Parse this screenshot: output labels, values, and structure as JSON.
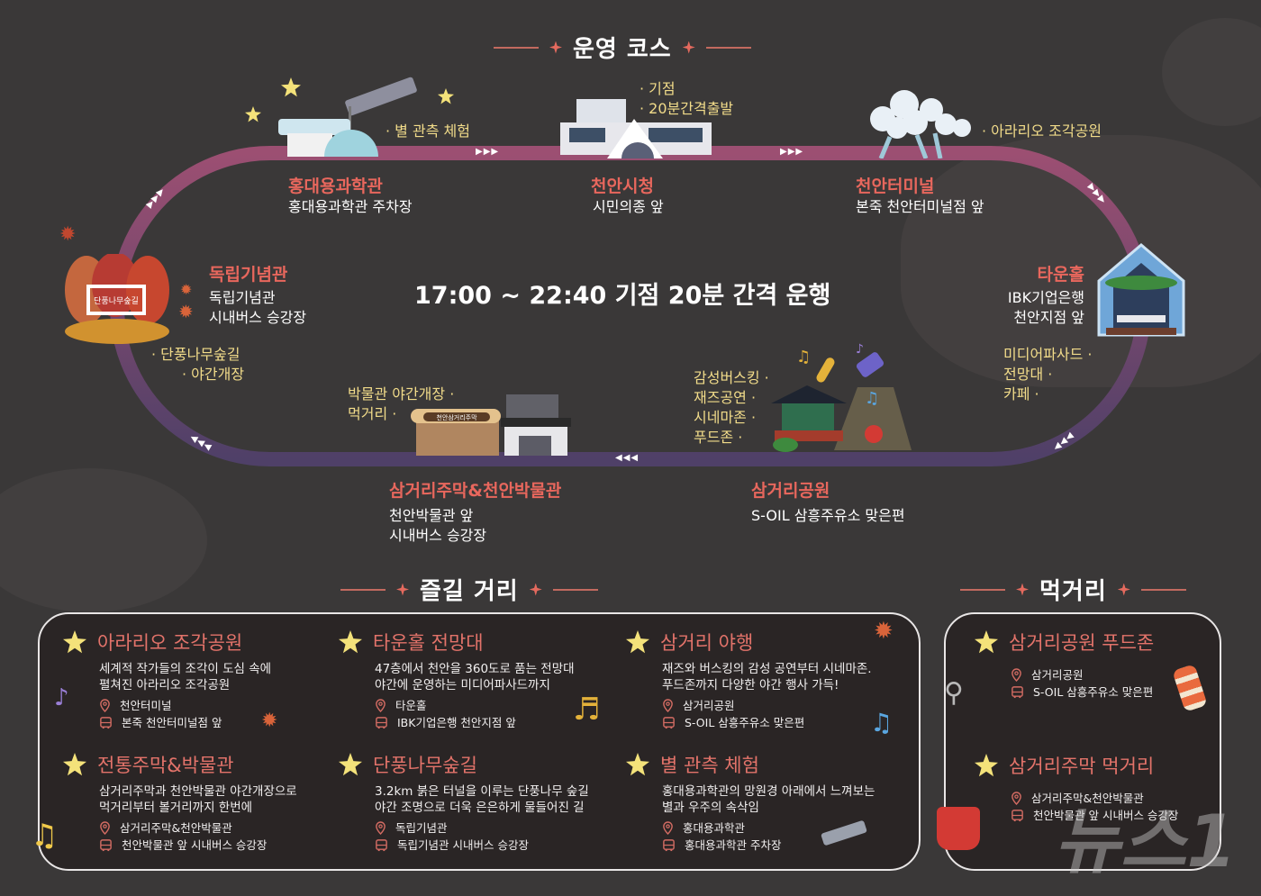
{
  "course": {
    "title": "운영 코스",
    "schedule": "17:00 ~ 22:40 기점 20분 간격 운행",
    "stops": [
      {
        "name": "홍대용과학관",
        "sub": "홍대용과학관 주차장",
        "feature": "· 별 관측 체험"
      },
      {
        "name": "천안시청",
        "sub": "시민의종 앞",
        "feature_lines": [
          "· 기점",
          "· 20분간격출발"
        ]
      },
      {
        "name": "천안터미널",
        "sub": "본죽 천안터미널점 앞",
        "feature": "· 아라리오 조각공원"
      },
      {
        "name": "타운홀",
        "sub_lines": [
          "IBK기업은행",
          "천안지점 앞"
        ],
        "feature_lines": [
          "미디어파사드 ·",
          "전망대 ·",
          "카페 ·"
        ]
      },
      {
        "name": "삼거리공원",
        "sub": "S-OIL 삼흥주유소 맞은편",
        "feature_lines": [
          "감성버스킹 ·",
          "재즈공연 ·",
          "시네마존 ·",
          "푸드존 ·"
        ]
      },
      {
        "name": "삼거리주막&천안박물관",
        "sub_lines": [
          "천안박물관 앞",
          "시내버스 승강장"
        ],
        "feature_lines": [
          "박물관 야간개장 ·",
          "먹거리 ·"
        ]
      },
      {
        "name": "독립기념관",
        "sub_lines": [
          "독립기념관",
          "시내버스 승강장"
        ],
        "feature_lines": [
          "· 단풍나무숲길",
          "· 야간개장"
        ]
      }
    ],
    "route_color": "#9c4f72",
    "route_color_bottom": "#4f4068",
    "sign_label": "단풍나무숲길",
    "jumak_sign": "천안삼거리주막"
  },
  "enjoy": {
    "title": "즐길 거리",
    "items": [
      {
        "title": "아라리오 조각공원",
        "desc": [
          "세계적 작가들의 조각이 도심 속에",
          "펼쳐진 아라리오 조각공원"
        ],
        "location": "천안터미널",
        "bus": "본죽 천안터미널점 앞"
      },
      {
        "title": "타운홀 전망대",
        "desc": [
          "47층에서 천안을 360도로 품는 전망대",
          "야간에 운영하는 미디어파사드까지"
        ],
        "location": "타운홀",
        "bus": "IBK기업은행 천안지점 앞"
      },
      {
        "title": "삼거리 야행",
        "desc": [
          "재즈와 버스킹의 감성 공연부터 시네마존.",
          "푸드존까지 다양한 야간 행사 가득!"
        ],
        "location": "삼거리공원",
        "bus": "S-OIL 삼흥주유소 맞은편"
      },
      {
        "title": "전통주막&박물관",
        "desc": [
          "삼거리주막과 천안박물관 야간개장으로",
          "먹거리부터 볼거리까지 한번에"
        ],
        "location": "삼거리주막&천안박물관",
        "bus": "천안박물관 앞 시내버스 승강장"
      },
      {
        "title": "단풍나무숲길",
        "desc": [
          "3.2km 붉은 터널을 이루는 단풍나무 숲길",
          "야간 조명으로 더욱 은은하게 물들어진 길"
        ],
        "location": "독립기념관",
        "bus": "독립기념관 시내버스 승강장"
      },
      {
        "title": "별 관측 체험",
        "desc": [
          "홍대용과학관의 망원경 아래에서 느껴보는",
          "별과 우주의 속삭임"
        ],
        "location": "홍대용과학관",
        "bus": "홍대용과학관 주차장"
      }
    ]
  },
  "food": {
    "title": "먹거리",
    "items": [
      {
        "title": "삼거리공원 푸드존",
        "location": "삼거리공원",
        "bus": "S-OIL 삼흥주유소 맞은편"
      },
      {
        "title": "삼거리주막 먹거리",
        "location": "삼거리주막&천안박물관",
        "bus": "천안박물관 앞 시내버스 승강장"
      }
    ]
  },
  "watermark": "뉴스1",
  "colors": {
    "background": "#3a3838",
    "accent": "#e8675d",
    "feature": "#f2dc8a",
    "star": "#f4e27a"
  }
}
